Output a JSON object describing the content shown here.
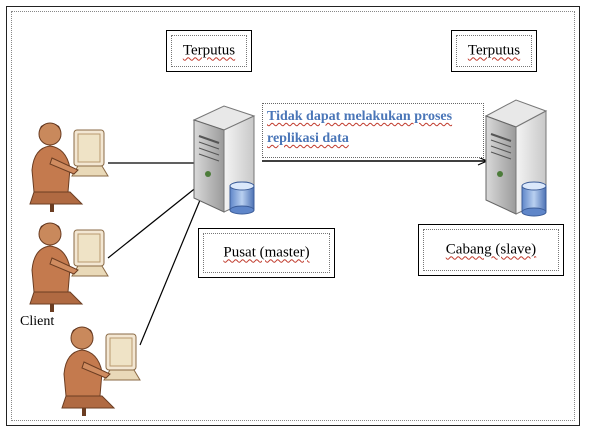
{
  "labels": {
    "status_left": "Terputus",
    "status_right": "Terputus",
    "message": "Tidak dapat melakukan proses replikasi data",
    "master": "Pusat (master)",
    "slave": "Cabang (slave)",
    "client": "Client"
  }
}
